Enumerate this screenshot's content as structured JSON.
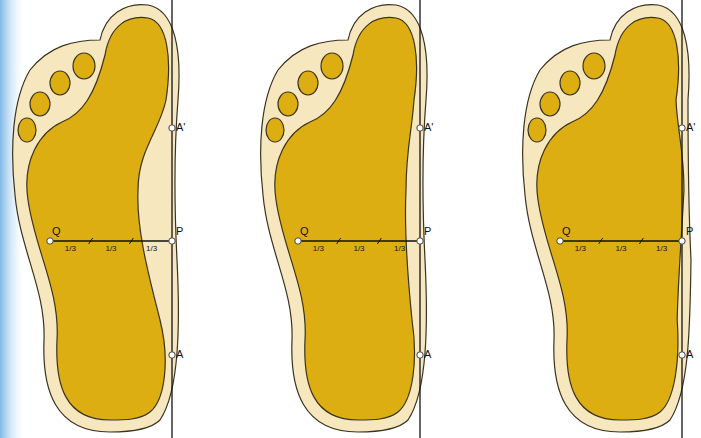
{
  "diagram": {
    "labels": [
      "A'",
      "Q",
      "1/3",
      "1/3",
      "1/3",
      "P",
      "A",
      "A'",
      "Q",
      "1/3",
      "1/3",
      "1/3",
      "P",
      "A",
      "A'",
      "Q",
      "1/3",
      "1/3",
      "1/3",
      "P",
      "A"
    ]
  }
}
